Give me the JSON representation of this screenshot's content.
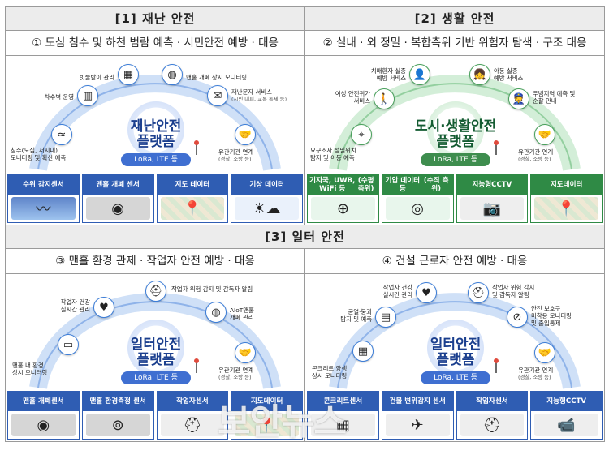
{
  "sections": {
    "s1": {
      "title": "[1] 재난 안전"
    },
    "s2": {
      "title": "[2] 생활 안전"
    },
    "s3": {
      "title": "[3] 일터 안전"
    }
  },
  "panels": {
    "p1": {
      "heading": "① 도심 침수 및 하천 범람 예측 · 시민안전 예방 · 대응",
      "platform_line1": "재난안전",
      "platform_line2": "플랫폼",
      "network": "LoRa, LTE 등",
      "nodes": [
        {
          "label": "빗물받이 관리"
        },
        {
          "label": "맨홀 개폐 상시 모니터링"
        },
        {
          "label": "차수벽 운영"
        },
        {
          "label": "재난문자 서비스",
          "sub": "(시민 대피, 교통 통제 등)"
        },
        {
          "label": "침수(도심, 저지대)",
          "sub2": "모니터링 및 확산 예측"
        },
        {
          "label": "유관기관 연계",
          "sub": "(경찰, 소방 등)"
        }
      ],
      "cards": [
        {
          "t1": "수위",
          "t2": "감지센서"
        },
        {
          "t1": "맨홀 개폐",
          "t2": "센서"
        },
        {
          "t1": "지도",
          "t2": "데이터"
        },
        {
          "t1": "기상",
          "t2": "데이터"
        }
      ]
    },
    "p2": {
      "heading": "② 실내 · 외 정밀 · 복합측위 기반 위험자 탐색 · 구조 대응",
      "platform_line1": "도시·생활안전",
      "platform_line2": "플랫폼",
      "network": "LoRa, LTE 등",
      "nodes": [
        {
          "label": "치매환자 실종",
          "sub2": "예방 서비스"
        },
        {
          "label": "아동 실종",
          "sub2": "예방 서비스"
        },
        {
          "label": "여성 안전귀가",
          "sub2": "서비스"
        },
        {
          "label": "우범지역 예측 및",
          "sub2": "순찰 안내"
        },
        {
          "label": "요구조자 정밀위치",
          "sub2": "탐지 및 이동 예측"
        },
        {
          "label": "유관기관 연계",
          "sub": "(경찰, 소방 등)"
        }
      ],
      "cards": [
        {
          "t1": "기지국, UWB, WiFi 등",
          "t2": "(수평 측위)"
        },
        {
          "t1": "기압 데이터 등",
          "t2": "(수직 측위)"
        },
        {
          "t1": "지능형",
          "t2": "CCTV"
        },
        {
          "t1": "지도",
          "t2": "데이터"
        }
      ]
    },
    "p3": {
      "heading": "③ 맨홀 환경 관제 · 작업자 안전 예방 · 대응",
      "platform_line1": "일터안전",
      "platform_line2": "플랫폼",
      "network": "LoRa, LTE 등",
      "nodes": [
        {
          "label": "작업자 위험 감지 및 감독자 알림"
        },
        {
          "label": "작업자 건강",
          "sub2": "실시간 관리"
        },
        {
          "label": "AIoT맨홀",
          "sub2": "개폐 관리"
        },
        {
          "label": "맨홀 내 환경",
          "sub2": "상시 모니터링"
        },
        {
          "label": "유관기관 연계",
          "sub": "(경찰, 소방 등)"
        }
      ],
      "cards": [
        {
          "t1": "맨홀 개폐",
          "t2": "센서"
        },
        {
          "t1": "맨홀 환경",
          "t2": "측정 센서"
        },
        {
          "t1": "작업자",
          "t2": "센서"
        },
        {
          "t1": "지도",
          "t2": "데이터"
        }
      ]
    },
    "p4": {
      "heading": "④ 건설 근로자 안전 예방 · 대응",
      "platform_line1": "일터안전",
      "platform_line2": "플랫폼",
      "network": "LoRa, LTE 등",
      "nodes": [
        {
          "label": "작업자 건강",
          "sub2": "실시간 관리"
        },
        {
          "label": "작업자 위험 감지",
          "sub2": "및 감독자 알림"
        },
        {
          "label": "균열·붕괴",
          "sub2": "탐지 및 예측"
        },
        {
          "label": "안전 보호구",
          "sub2": "미착용 모니터링",
          "sub3": "및 출입통제"
        },
        {
          "label": "콘크리트 양생",
          "sub2": "상시 모니터링"
        },
        {
          "label": "유관기관 연계",
          "sub": "(경찰, 소방 등)"
        }
      ],
      "cards": [
        {
          "t1": "콘크리트",
          "t2": "센서"
        },
        {
          "t1": "건물 변위",
          "t2": "감지 센서"
        },
        {
          "t1": "작업자",
          "t2": "센서"
        },
        {
          "t1": "지능형",
          "t2": "CCTV"
        }
      ]
    }
  },
  "watermark": "보안뉴스",
  "icons": [
    "drain-icon",
    "manhole-icon",
    "barrier-icon",
    "phone-alert-icon",
    "map-pin-icon",
    "handshake-icon",
    "person-icon",
    "child-icon",
    "walk-icon",
    "police-icon",
    "helmet-icon",
    "health-icon",
    "concrete-icon",
    "ppe-icon",
    "camera-icon",
    "drone-icon",
    "weather-icon"
  ],
  "colors": {
    "blue": "#2f5db3",
    "green": "#2f8a45",
    "header_bg": "#ececec"
  }
}
